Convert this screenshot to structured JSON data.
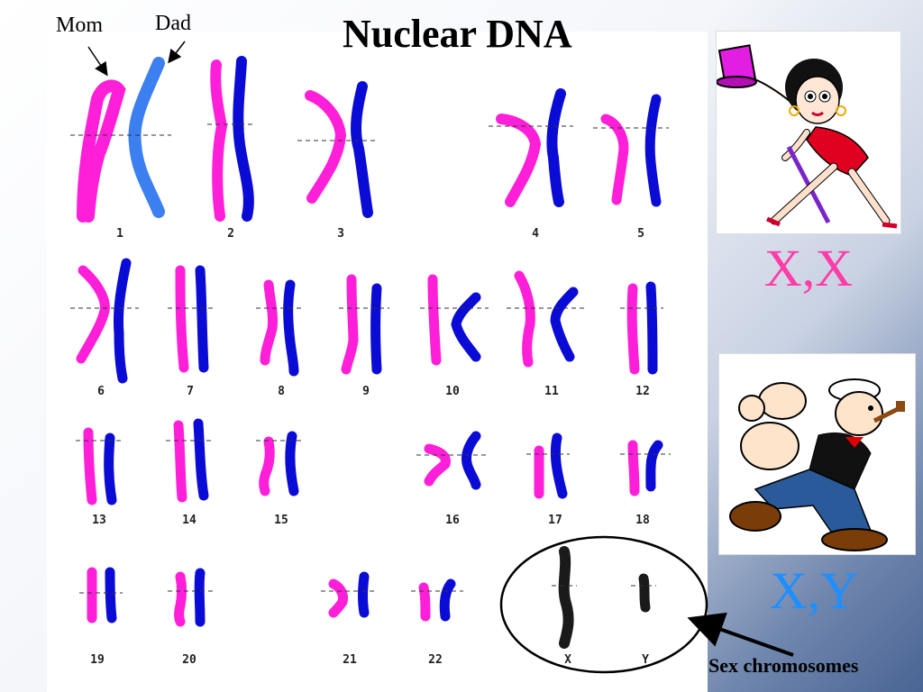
{
  "title": "Nuclear DNA",
  "parent_labels": {
    "mom": "Mom",
    "dad": "Dad"
  },
  "colors": {
    "maternal": "#ff1fd8",
    "paternal": "#0b0bd6",
    "paternal_chr1": "#3b7ff0",
    "sex_chromosome": "#1a1a1a",
    "female_label": "#ff3ca8",
    "male_label": "#1e8fff"
  },
  "chromosome_labels": [
    "1",
    "2",
    "3",
    "4",
    "5",
    "6",
    "7",
    "8",
    "9",
    "10",
    "11",
    "12",
    "13",
    "14",
    "15",
    "16",
    "17",
    "18",
    "19",
    "20",
    "21",
    "22",
    "X",
    "Y"
  ],
  "female": {
    "character_icon": "betty-boop-cartoon-icon",
    "karyotype": "X,X"
  },
  "male": {
    "character_icon": "popeye-cartoon-icon",
    "karyotype": "X,Y"
  },
  "sex_chromosomes_label": "Sex chromosomes"
}
